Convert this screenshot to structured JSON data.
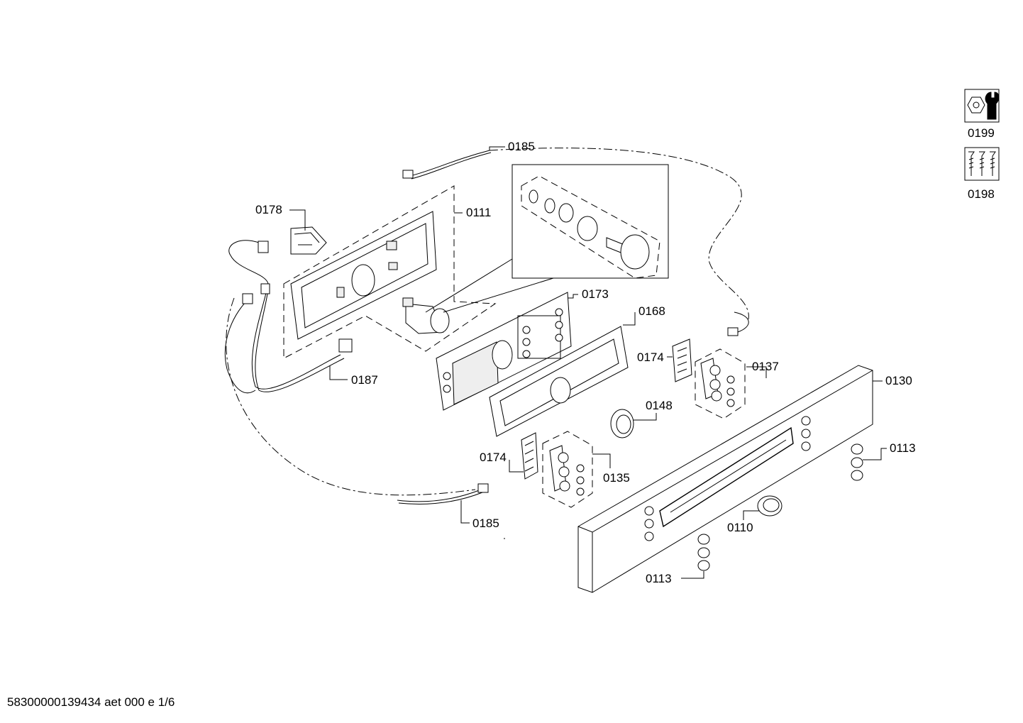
{
  "labels": {
    "p0185_top": "0185",
    "p0178": "0178",
    "p0111": "0111",
    "p0173": "0173",
    "p0168": "0168",
    "p0174_right": "0174",
    "p0137": "0137",
    "p0130": "0130",
    "p0187": "0187",
    "p0148": "0148",
    "p0174_left": "0174",
    "p0135": "0135",
    "p0113_right": "0113",
    "p0185_bottom": "0185",
    "p0110": "0110",
    "p0113_bottom": "0113",
    "p0199": "0199",
    "p0198": "0198"
  },
  "icons": {
    "kit_0199": "nut-wrench-icon",
    "kit_0198": "screws-icon"
  },
  "footer": {
    "document_code": "58300000139434 aet 000 e 1/6"
  }
}
